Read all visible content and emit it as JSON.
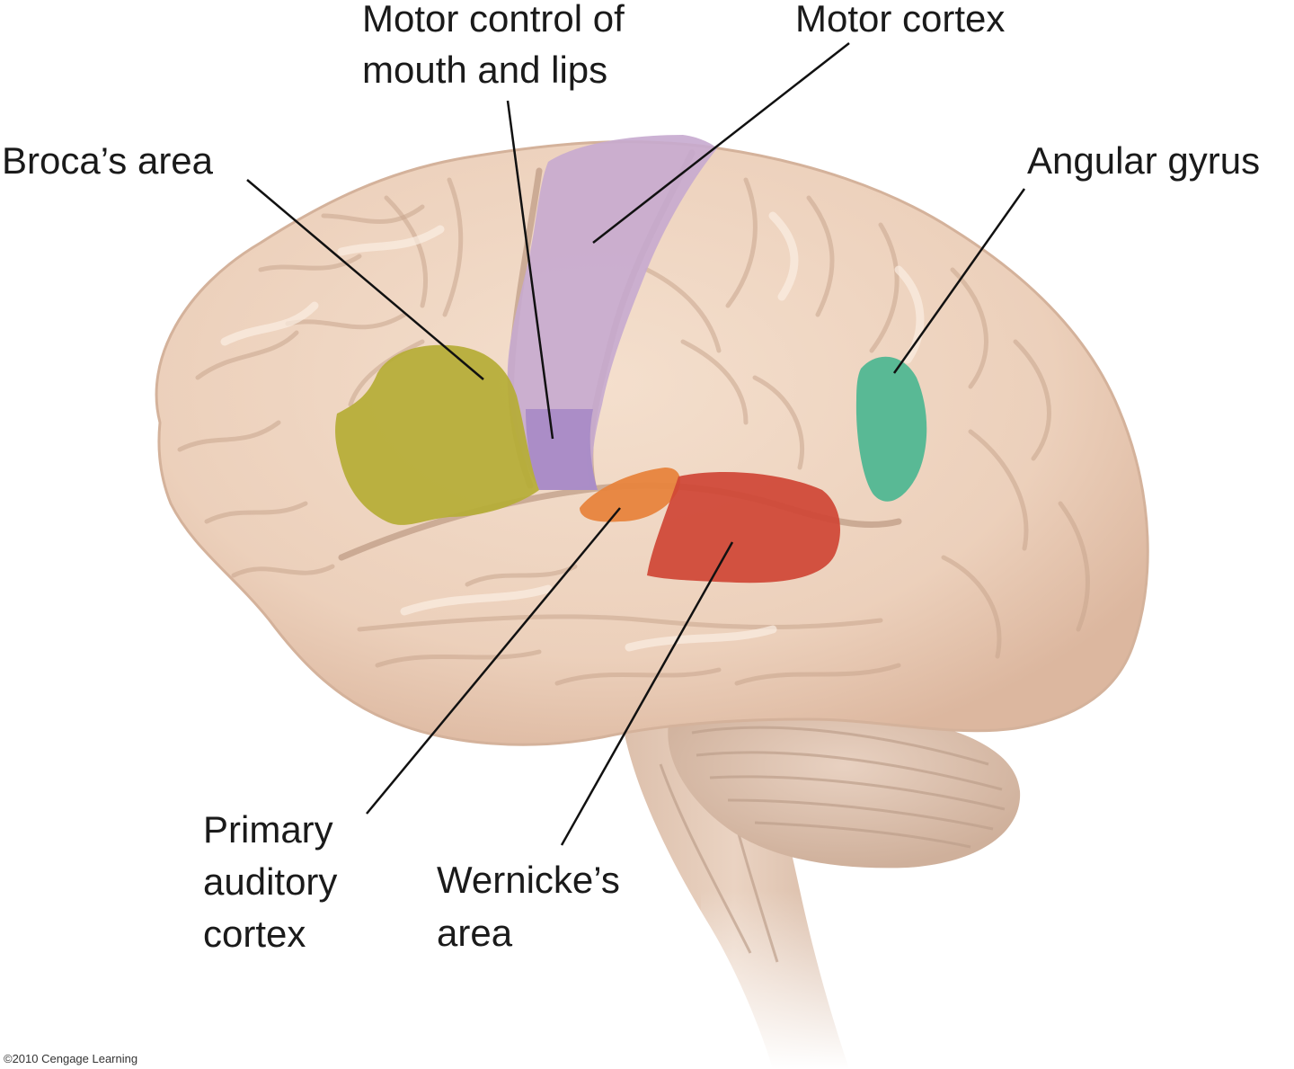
{
  "labels": {
    "motor_control_line1": "Motor control of",
    "motor_control_line2": "mouth and lips",
    "motor_cortex": "Motor cortex",
    "broca": "Broca’s area",
    "angular_gyrus": "Angular gyrus",
    "primary_auditory_line1": "Primary",
    "primary_auditory_line2": "auditory",
    "primary_auditory_line3": "cortex",
    "wernicke_line1": "Wernicke’s",
    "wernicke_line2": "area"
  },
  "credit": "©2010 Cengage Learning",
  "colors": {
    "brain_tissue": "#ecd0bb",
    "broca": "#b5ad35",
    "motor_cortex": "#c7aacf",
    "motor_mouth": "#a98bc6",
    "primary_auditory": "#e7843d",
    "wernicke": "#cf4535",
    "angular_gyrus": "#4db791"
  }
}
